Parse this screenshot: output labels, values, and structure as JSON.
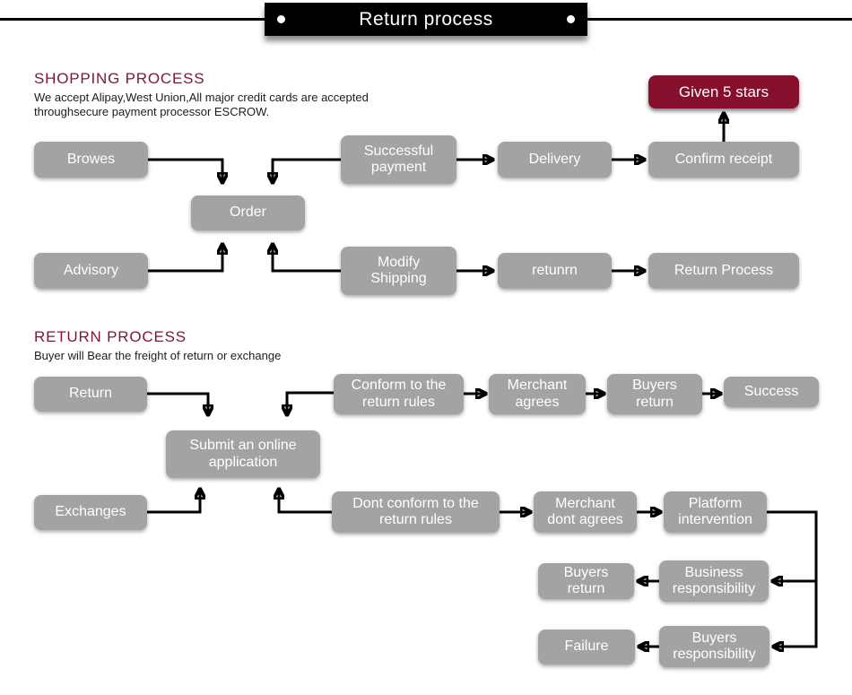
{
  "colors": {
    "banner_bg": "#000000",
    "accent_maroon": "#84102e",
    "heading_maroon": "#7b1833",
    "node_gray": "#a3a3a3",
    "text_dark": "#1c1c1c"
  },
  "banner": {
    "title": "Return process"
  },
  "shopping": {
    "heading": "SHOPPING PROCESS",
    "subtitle": "We accept Alipay,West Union,All major credit cards are accepted\nthroughsecure payment processor ESCROW.",
    "nodes": {
      "browes": "Browes",
      "order": "Order",
      "advisory": "Advisory",
      "successful_payment": "Successful\npayment",
      "delivery": "Delivery",
      "confirm_receipt": "Confirm receipt",
      "given_5_stars": "Given 5 stars",
      "modify_shipping": "Modify\nShipping",
      "retunrn": "retunrn",
      "return_process": "Return Process"
    }
  },
  "returns": {
    "heading": "RETURN PROCESS",
    "subtitle": "Buyer will Bear the freight of return or exchange",
    "nodes": {
      "return": "Return",
      "exchanges": "Exchanges",
      "submit": "Submit an online\napplication",
      "conform": "Conform to the\nreturn rules",
      "merchant_agrees": "Merchant\nagrees",
      "buyers_return": "Buyers\nreturn",
      "success": "Success",
      "dont_conform": "Dont conform to the\nreturn rules",
      "merchant_dont_agrees": "Merchant\ndont agrees",
      "platform_intervention": "Platform\nintervention",
      "business_responsibility": "Business\nresponsibility",
      "buyers_return_2": "Buyers\nreturn",
      "failure": "Failure",
      "buyers_responsibility": "Buyers\nresponsibility"
    }
  }
}
